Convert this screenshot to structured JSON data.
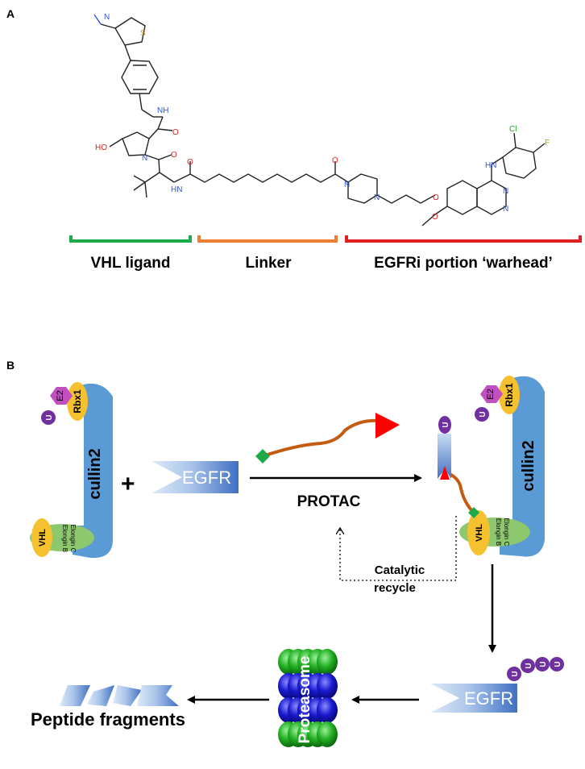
{
  "panels": {
    "a": "A",
    "b": "B"
  },
  "molecule": {
    "atoms": {
      "n": "N",
      "s": "S",
      "o": "O",
      "ho": "HO",
      "nh": "NH",
      "hn": "HN",
      "cl": "Cl",
      "f": "F"
    },
    "brackets": [
      {
        "label": "VHL ligand",
        "color": "#1faa4a"
      },
      {
        "label": "Linker",
        "color": "#ed7d31"
      },
      {
        "label": "EGFRi portion ‘warhead’",
        "color": "#e02020"
      }
    ]
  },
  "mechanism": {
    "cullin": "cullin2",
    "rbx1": "Rbx1",
    "e2": "E2",
    "ubiquitin": "U",
    "vhl": "VHL",
    "elongin_c": "Elongin C",
    "elongin_b": "Elongin B",
    "plus": "+",
    "egfr": "EGFR",
    "protac": "PROTAC",
    "catalytic_recycle_1": "Catalytic",
    "catalytic_recycle_2": "recycle",
    "proteasome": "Proteasome",
    "peptide_fragments": "Peptide fragments"
  },
  "colors": {
    "cullin": "#5b9bd5",
    "rbx1": "#f5c12e",
    "e2": "#c04fc0",
    "ubiquitin": "#7030a0",
    "vhl": "#f5c12e",
    "elongin": "#8dc86e",
    "egfr": "#4472c4",
    "protac_linker": "#c55a11",
    "protac_warhead": "#ff0000",
    "protac_ligand": "#1faa4a",
    "proteasome_green": "#22b022",
    "proteasome_blue": "#1a1ad0"
  }
}
